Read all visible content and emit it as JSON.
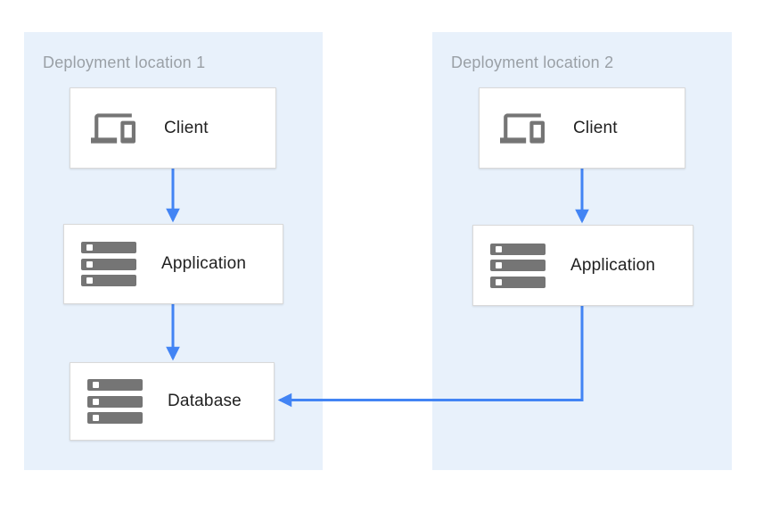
{
  "diagram": {
    "regions": [
      {
        "label": "Deployment location 1",
        "nodes": [
          {
            "id": "client-1",
            "label": "Client",
            "icon": "devices-icon"
          },
          {
            "id": "application-1",
            "label": "Application",
            "icon": "server-stack-icon"
          },
          {
            "id": "database-1",
            "label": "Database",
            "icon": "server-stack-icon"
          }
        ]
      },
      {
        "label": "Deployment location 2",
        "nodes": [
          {
            "id": "client-2",
            "label": "Client",
            "icon": "devices-icon"
          },
          {
            "id": "application-2",
            "label": "Application",
            "icon": "server-stack-icon"
          }
        ]
      }
    ],
    "connections": [
      {
        "from": "client-1",
        "to": "application-1",
        "direction": "down"
      },
      {
        "from": "application-1",
        "to": "database-1",
        "direction": "down"
      },
      {
        "from": "client-2",
        "to": "application-2",
        "direction": "down"
      },
      {
        "from": "application-2",
        "to": "database-1",
        "direction": "down-then-left"
      }
    ],
    "colors": {
      "region_background": "#E8F1FB",
      "region_label": "#9AA0A6",
      "node_background": "#FFFFFF",
      "node_border": "#D9D9D9",
      "node_label": "#212121",
      "icon": "#757575",
      "arrow": "#4284F4"
    }
  }
}
